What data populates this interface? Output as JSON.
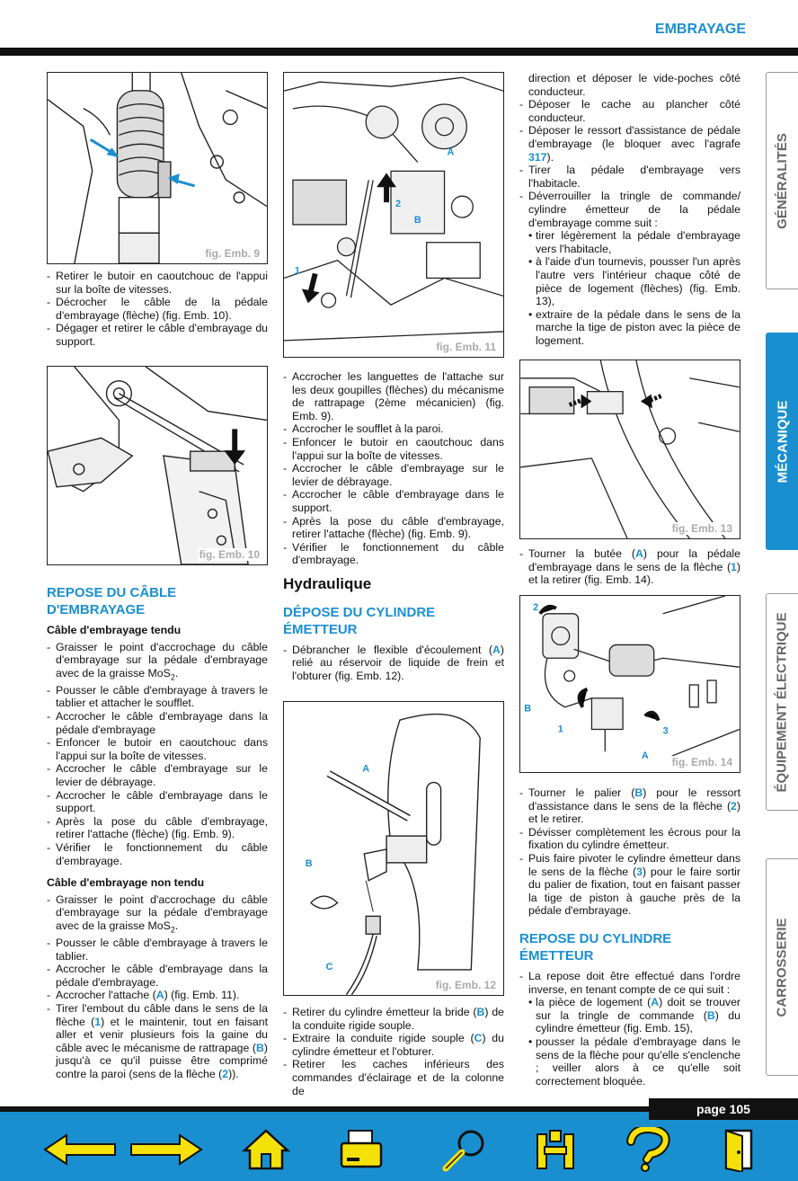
{
  "header": {
    "section": "EMBRAYAGE"
  },
  "colors": {
    "accent": "#1a8fd0",
    "bar": "#111111"
  },
  "figures": {
    "f9": "fig. Emb. 9",
    "f10": "fig. Emb. 10",
    "f11": "fig. Emb. 11",
    "f12": "fig. Emb. 12",
    "f13": "fig. Emb. 13",
    "f14": "fig. Emb. 14",
    "f11_labels": {
      "a": "A",
      "b": "B",
      "n1": "1",
      "n2": "2"
    },
    "f12_labels": {
      "a": "A",
      "b": "B",
      "c": "C"
    },
    "f14_labels": {
      "a": "A",
      "b": "B",
      "n1": "1",
      "n2": "2",
      "n3": "3"
    }
  },
  "col1": {
    "steps1": [
      "Retirer le butoir en caoutchouc de l'appui sur la boîte de vitesses.",
      "Décrocher le câble de la pédale d'embrayage (flèche) (fig. Emb. 10).",
      "Dégager et retirer le câble d'embrayage du support."
    ],
    "section_title": "REPOSE DU CÂBLE D'EMBRAYAGE",
    "sub1": "Câble d'embrayage tendu",
    "s1_first_a": "Graisser le point d'accrochage du câble d'embrayage sur la pédale d'embrayage avec de la graisse MoS",
    "s1_first_sub": "2",
    "s1_first_b": ".",
    "s1_steps": [
      "Pousser le câble d'embrayage à travers le tablier et attacher le soufflet.",
      "Accrocher le câble d'embrayage dans la pédale d'embrayage",
      "Enfoncer le butoir en caoutchouc dans l'appui sur la boîte de vitesses.",
      "Accrocher le câble d'embrayage sur le levier de débrayage.",
      "Accrocher le câble d'embrayage dans le support.",
      "Après la pose du câble d'embrayage, retirer l'attache (flèche) (fig. Emb. 9).",
      "Vérifier le fonctionnement du câble d'embrayage."
    ],
    "sub2": "Câble d'embrayage non tendu",
    "s2_first_a": "Graisser le point d'accrochage du câble d'embrayage sur la pédale d'embrayage avec de la graisse MoS",
    "s2_first_sub": "2",
    "s2_first_b": ".",
    "s2_steps": [
      "Pousser le câble d'embrayage à travers le tablier.",
      "Accrocher le câble d'embrayage dans la pédale d'embrayage."
    ],
    "s2_attach_a": "Accrocher l'attache (",
    "s2_attach_hl": "A",
    "s2_attach_b": ") (fig. Emb. 11).",
    "s2_last": {
      "t1": "Tirer l'embout du câble dans le sens de la flèche (",
      "h1": "1",
      "t2": ") et le maintenir, tout en faisant aller et venir plusieurs fois la gaine du câble avec le mécanisme de rattrapage (",
      "h2": "B",
      "t3": ") jusqu'à ce qu'il puisse être comprimé contre la paroi (sens de la flèche (",
      "h3": "2",
      "t4": "))."
    }
  },
  "col2": {
    "steps": [
      "Accrocher les languettes de l'attache sur les deux goupilles (flèches) du mécanisme de rattrapage (2ème mécanicien) (fig. Emb. 9).",
      "Accrocher le soufflet à la paroi.",
      "Enfoncer le butoir en caoutchouc dans l'appui sur la boîte de vitesses.",
      "Accrocher le câble d'embrayage sur le levier de débrayage.",
      "Accrocher le câble d'embrayage dans le support.",
      "Après la pose du câble d'embrayage, retirer l'attache (flèche) (fig. Emb. 9).",
      "Vérifier le fonctionnement du câble d'embrayage."
    ],
    "h2": "Hydraulique",
    "section_title": "DÉPOSE DU CYLINDRE ÉMETTEUR",
    "d1": {
      "t1": "Débrancher le flexible d'écoulement (",
      "h1": "A",
      "t2": ") relié au réservoir de liquide de frein et l'obturer (fig. Emb. 12)."
    },
    "d2": {
      "t1": "Retirer du cylindre émetteur la bride (",
      "h1": "B",
      "t2": ") de la conduite rigide souple."
    },
    "d3": {
      "t1": "Extraire la conduite rigide souple (",
      "h1": "C",
      "t2": ") du cylindre émetteur et l'obturer."
    },
    "d4": "Retirer les caches inférieurs des commandes d'éclairage et de la colonne de"
  },
  "col3": {
    "cont": "direction et déposer le vide-poches côté conducteur.",
    "steps": [
      "Déposer le cache au plancher côté conducteur."
    ],
    "ressort": {
      "t1": "Déposer le ressort d'assistance de pédale d'embrayage (le bloquer avec l'agrafe ",
      "h1": "317",
      "t2": ")."
    },
    "tirer": "Tirer la pédale d'embrayage vers l'habitacle.",
    "deverr": "Déverrouiller la tringle de commande/ cylindre émetteur de la pédale d'embrayage comme suit :",
    "bullets": [
      "tirer légèrement la pédale d'embrayage vers l'habitacle,",
      "à l'aide d'un tournevis, pousser l'un après l'autre vers l'intérieur chaque côté de pièce de logement (flèches) (fig. Emb. 13),",
      "extraire de la pédale dans le sens de la marche la tige de piston avec la pièce de logement."
    ],
    "butee": {
      "t1": "Tourner la butée (",
      "h1": "A",
      "t2": ") pour la pédale d'embrayage dans le sens de la flèche (",
      "h2": "1",
      "t3": ") et la retirer (fig. Emb. 14)."
    },
    "palier": {
      "t1": "Tourner le palier (",
      "h1": "B",
      "t2": ") pour le ressort d'assistance dans le sens de la flèche (",
      "h2": "2",
      "t3": ") et le retirer."
    },
    "devisser": "Dévisser complètement les écrous pour la fixation du cylindre émetteur.",
    "pivoter": {
      "t1": "Puis faire pivoter le cylindre émetteur dans le sens de la flèche (",
      "h1": "3",
      "t2": ") pour le faire sortir du palier de fixation, tout en faisant passer la tige de piston à gauche près de la pédale d'embrayage."
    },
    "section_title": "REPOSE DU CYLINDRE ÉMETTEUR",
    "repose_intro": "La repose doit être effectué dans l'ordre inverse, en tenant compte de ce qui suit :",
    "rb1": {
      "t1": "la pièce de logement (",
      "h1": "A",
      "t2": ") doit se trouver sur la tringle de commande (",
      "h2": "B",
      "t3": ") du cylindre émetteur (fig. Emb. 15),"
    },
    "rb2": "pousser la pédale d'embrayage dans le sens de la flèche pour qu'elle s'enclenche ; veiller alors à ce qu'elle soit correctement bloquée."
  },
  "tabs": [
    "GÉNÉRALITÉS",
    "MÉCANIQUE",
    "ÉQUIPEMENT ÉLECTRIQUE",
    "CARROSSERIE"
  ],
  "active_tab": "MÉCANIQUE",
  "footer": {
    "page": "page 105"
  },
  "nav_icons": [
    "arrow-left-icon",
    "arrow-right-icon",
    "home-icon",
    "print-icon",
    "search-icon",
    "index-icon",
    "help-icon",
    "exit-icon"
  ]
}
